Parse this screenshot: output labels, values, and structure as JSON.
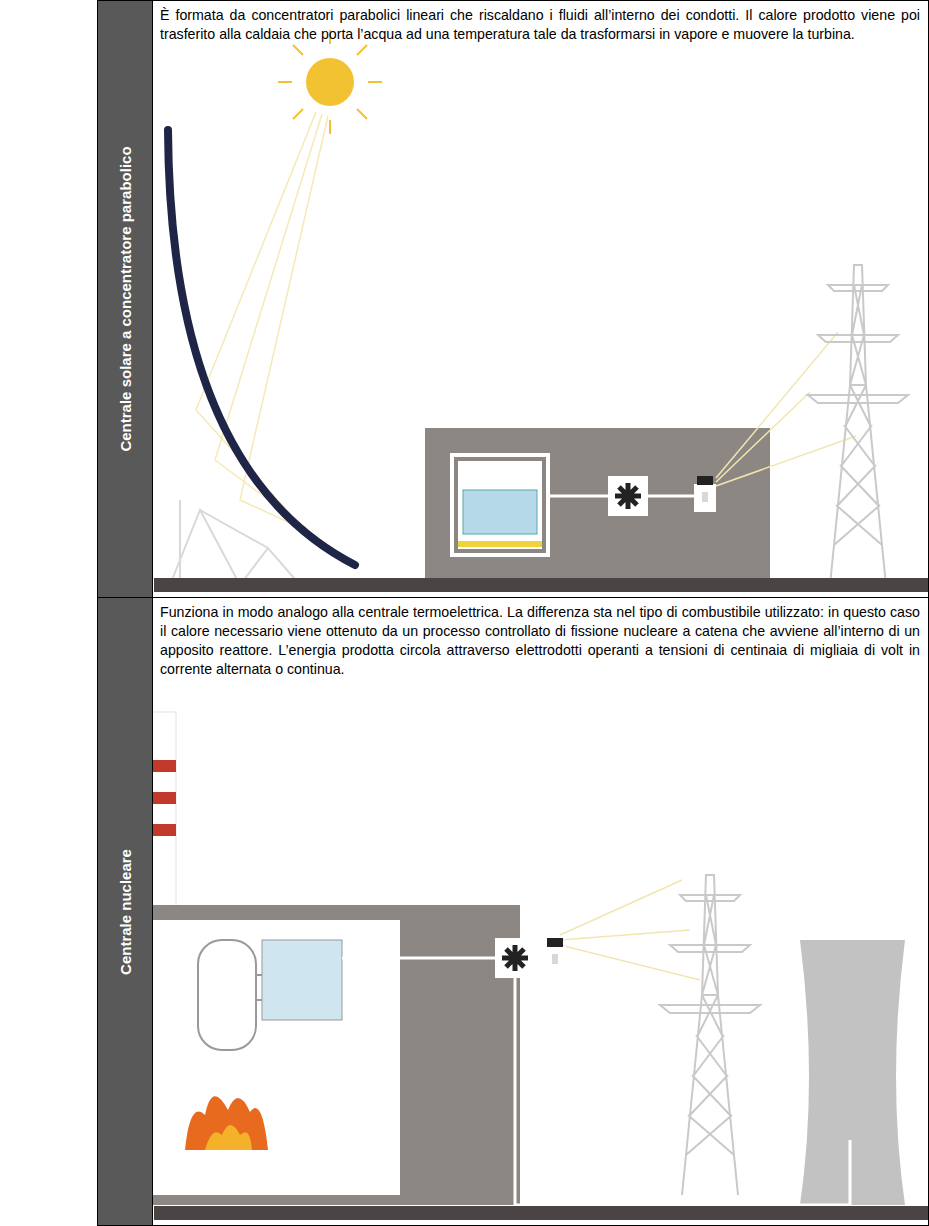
{
  "diagram": {
    "nodes": [
      {
        "text": [
          "Centrale solare a concentratore parabolico",
          "È formata da concentratori parabolici lineari che riscaldano i fluidi all’interno dei condotti. Il calore prodotto viene poi trasferito alla caldaia che porta l’acqua ad una temperatura tale da trasformarsi in vapore e muovere la turbina."
        ]
      },
      {
        "text": [
          "Centrale nucleare",
          "Funziona in modo analogo alla centrale termoelettrica. La differenza sta nel tipo di combustibile utilizzato: in questo caso il calore necessario viene ottenuto da un processo controllato di fissione nucleare a catena che avviene all’interno di un apposito reattore. L’energia prodotta circola attraverso elettrodotti operanti a tensioni di centinaia di migliaia di volt in corrente alternata o continua."
        ]
      }
    ]
  }
}
